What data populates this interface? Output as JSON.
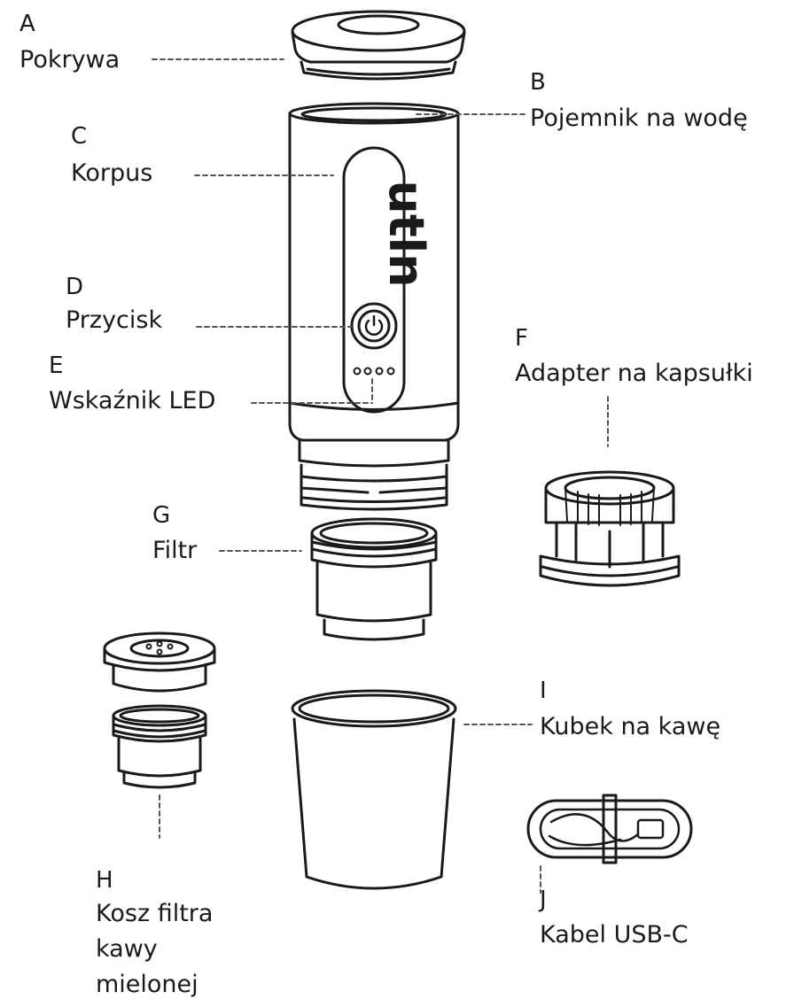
{
  "labels": {
    "a": {
      "letter": "A",
      "name": "Pokrywa"
    },
    "b": {
      "letter": "B",
      "name": "Pojemnik na wodę"
    },
    "c": {
      "letter": "C",
      "name": "Korpus"
    },
    "d": {
      "letter": "D",
      "name": "Przycisk"
    },
    "e": {
      "letter": "E",
      "name": "Wskaźnik LED"
    },
    "f": {
      "letter": "F",
      "name": "Adapter na kapsułki"
    },
    "g": {
      "letter": "G",
      "name": "Filtr"
    },
    "h": {
      "letter": "H",
      "name_lines": [
        "Kosz filtra",
        "kawy",
        "mielonej"
      ]
    },
    "i": {
      "letter": "I",
      "name": "Kubek na kawę"
    },
    "j": {
      "letter": "J",
      "name": "Kabel USB-C"
    }
  },
  "body_logo": "utln",
  "colors": {
    "ink": "#1a1a1a",
    "line": "#555555"
  }
}
